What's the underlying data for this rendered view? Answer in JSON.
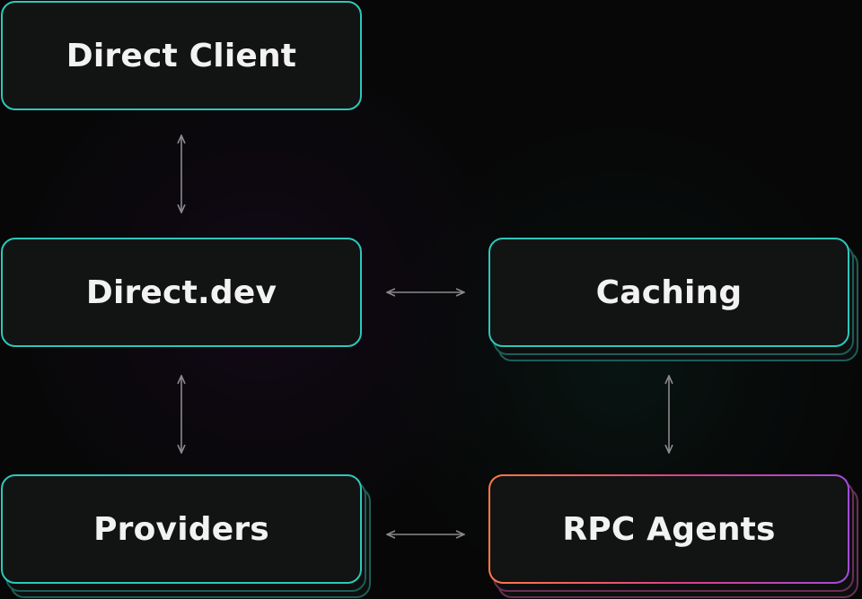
{
  "nodes": {
    "direct_client": "Direct Client",
    "direct_dev": "Direct.dev",
    "caching": "Caching",
    "providers": "Providers",
    "rpc_agents": "RPC Agents"
  },
  "colors": {
    "teal_border": "#2ec7bb",
    "gradient_start": "#ff7a45",
    "gradient_end": "#a44bdb",
    "arrow": "#8a8a8a"
  }
}
